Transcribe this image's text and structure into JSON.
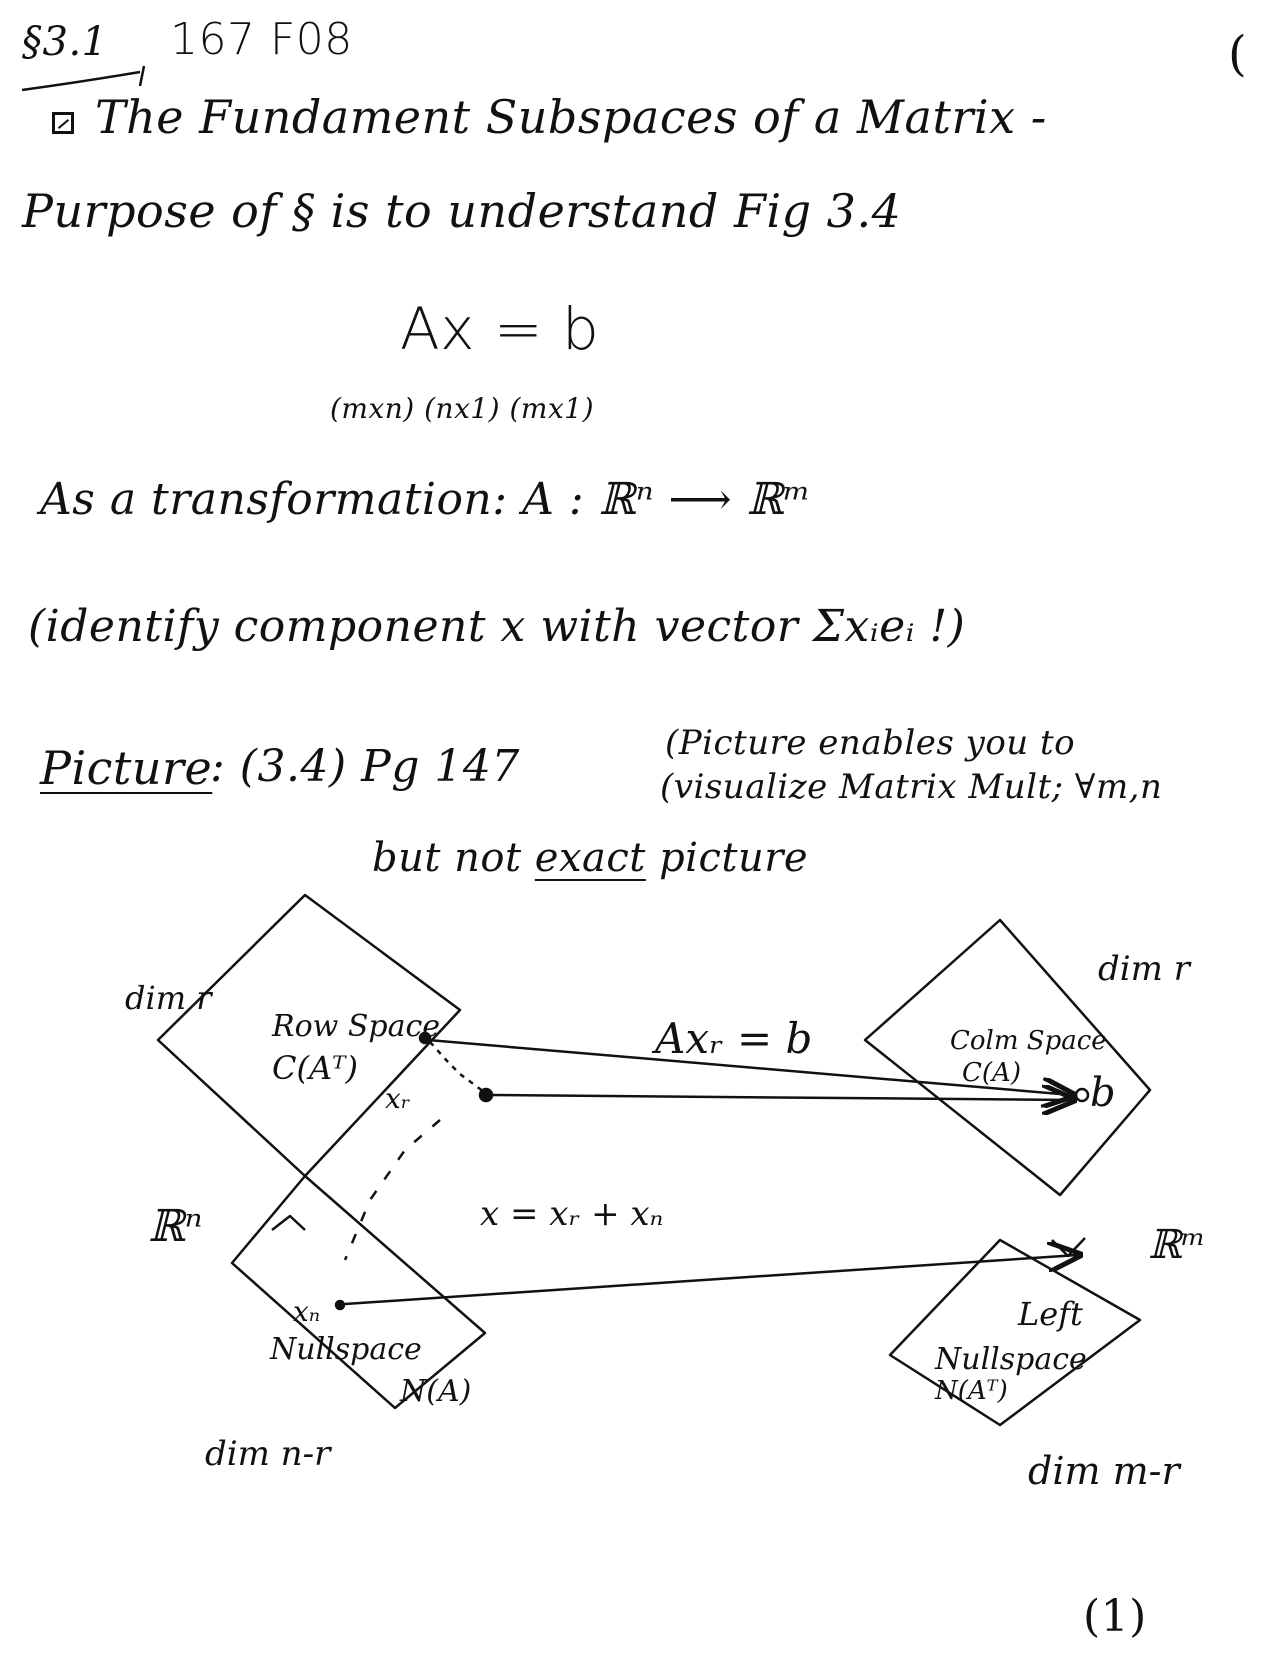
{
  "header": {
    "section": "§3.1",
    "course": "167 F08",
    "page_mark": "("
  },
  "heading": {
    "title": "The Fundament Subspaces of a Matrix -",
    "purpose": "Purpose of § is to understand Fig 3.4"
  },
  "equation": {
    "main": "Ax = b",
    "dims": "(mxn) (nx1)   (mx1)"
  },
  "transformation": {
    "line": "As a transformation:  A : ℝⁿ ⟶ ℝᵐ",
    "identify": "(identify component x with vector Σxᵢeᵢ !)"
  },
  "picture_note": {
    "label": "Picture",
    "ref": ": (3.4)  Pg 147",
    "aside_line1": "(Picture enables you to",
    "aside_line2": "(visualize Matrix Mult; ∀m,n",
    "caveat_prefix": "but not ",
    "caveat_emph": "exact",
    "caveat_suffix": " picture"
  },
  "diagram": {
    "left_dim_top": "dim r",
    "row_space_name": "Row Space",
    "row_space_symbol": "C(Aᵀ)",
    "xr": "xᵣ",
    "rn": "ℝⁿ",
    "xn": "xₙ",
    "nullspace_name": "Nullspace",
    "nullspace_symbol": "N(A)",
    "left_dim_bottom": "dim n-r",
    "axr_label": "Axᵣ = b",
    "x_sum": "x = xᵣ + xₙ",
    "right_dim_top": "dim r",
    "col_space_name": "Colm Space",
    "col_space_symbol": "C(A)",
    "b_label": "b",
    "rm": "ℝᵐ",
    "left_null_label1": "Left",
    "left_null_label2": "Nullspace",
    "left_null_symbol": "N(Aᵀ)",
    "right_dim_bottom": "dim m-r"
  },
  "footer": {
    "page_number": "(1)"
  }
}
